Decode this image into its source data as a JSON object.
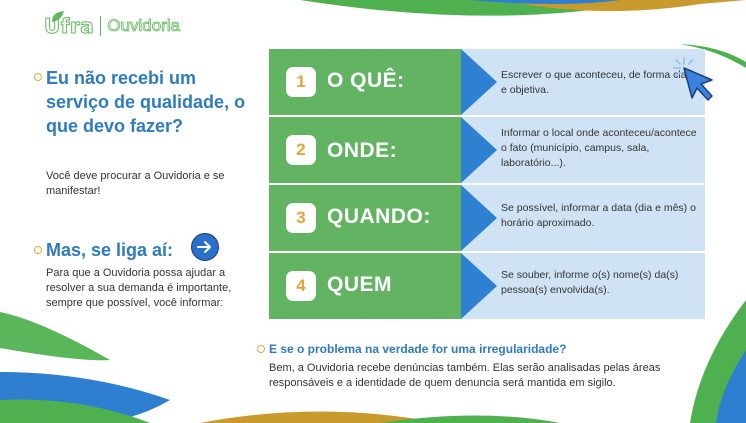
{
  "logo": {
    "brand": "Ufra",
    "name": "Ouvidoria"
  },
  "intro": {
    "heading": "Eu não recebi um serviço de qualidade, o que devo fazer?",
    "text": "Você deve procurar a Ouvidoria e se manifestar!"
  },
  "tip": {
    "heading": "Mas, se liga aí:",
    "text": "Para que a Ouvidoria possa ajudar a resolver a sua demanda é importante, sempre que possível, você informar:",
    "icon": "arrow-right-icon"
  },
  "steps": [
    {
      "number": "1",
      "label": "O QUÊ:",
      "description": "Escrever o que aconteceu, de forma clara e objetiva."
    },
    {
      "number": "2",
      "label": "ONDE:",
      "description": "Informar o local onde aconteceu/acontece o fato (município, campus, sala, laboratório...)."
    },
    {
      "number": "3",
      "label": "QUANDO:",
      "description": "Se possível, informar a data (dia e mês) o horário aproximado."
    },
    {
      "number": "4",
      "label": "QUEM",
      "description": "Se souber, informe o(s) nome(s) da(s) pessoa(s) envolvida(s)."
    }
  ],
  "irregularity": {
    "heading": "E se o problema na verdade for uma irregularidade?",
    "text_line1": "Bem, a Ouvidoria recebe denúncias também. Elas serão analisadas pelas áreas",
    "text_line2": "responsáveis e a identidade de quem denuncia será mantida em sigilo."
  },
  "colors": {
    "green": "#62b462",
    "blue": "#2e80d1",
    "light_blue": "#cfe3f5",
    "orange": "#e3a33b",
    "heading_blue": "#2f7bbf"
  }
}
